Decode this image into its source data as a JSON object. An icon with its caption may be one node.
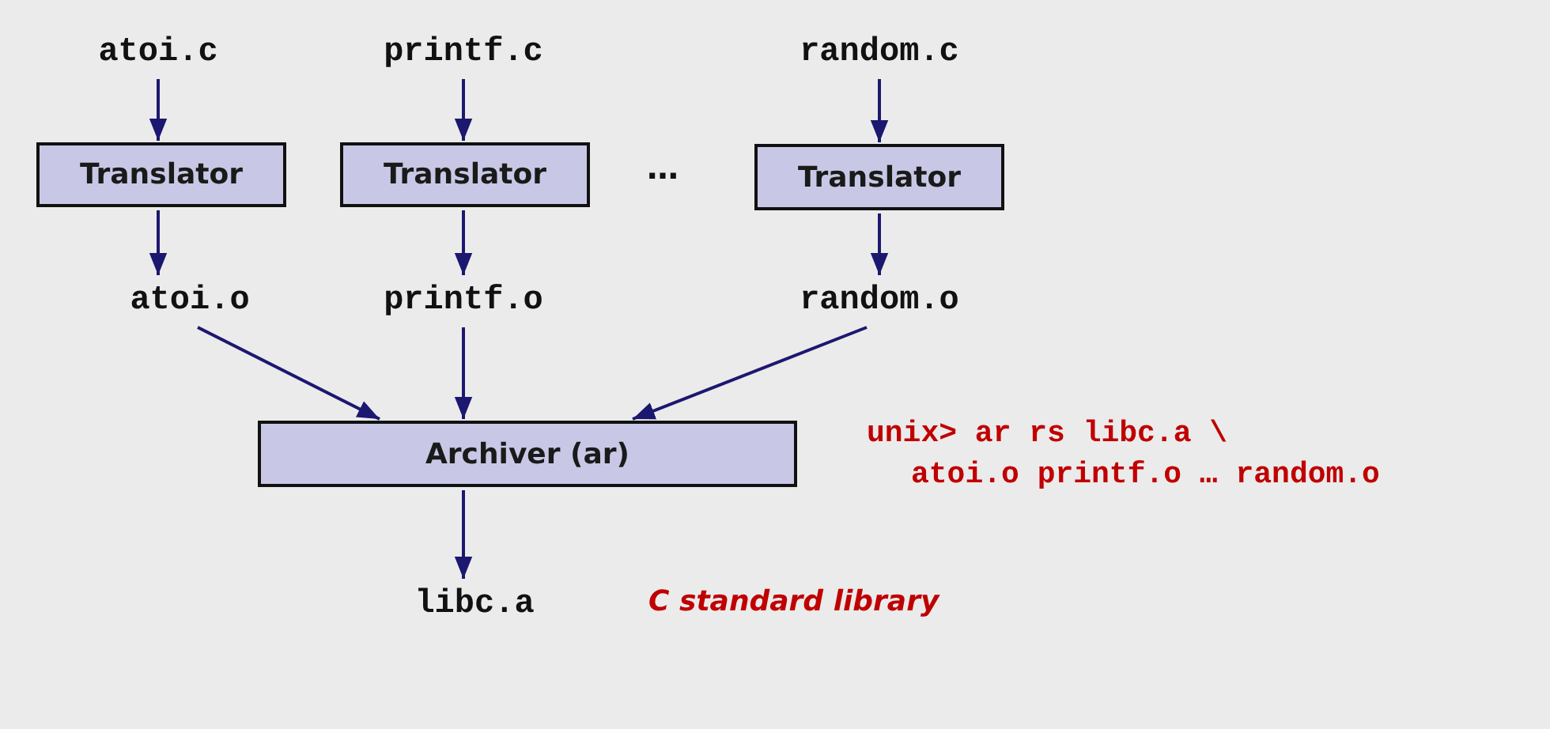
{
  "diagram": {
    "nodes": [
      {
        "text": [
          "atoi.c"
        ]
      },
      {
        "text": [
          "printf.c"
        ]
      },
      {
        "text": [
          "random.c"
        ]
      },
      {
        "text": [
          "Translator"
        ]
      },
      {
        "text": [
          "Translator"
        ]
      },
      {
        "text": [
          "Translator"
        ]
      },
      {
        "text": [
          "atoi.o"
        ]
      },
      {
        "text": [
          "printf.o"
        ]
      },
      {
        "text": [
          "random.o"
        ]
      },
      {
        "text": [
          "Archiver (ar)"
        ]
      },
      {
        "text": [
          "libc.a"
        ]
      }
    ],
    "edges": [
      {
        "from": 0,
        "to": 3,
        "arrow": "to"
      },
      {
        "from": 1,
        "to": 4,
        "arrow": "to"
      },
      {
        "from": 2,
        "to": 5,
        "arrow": "to"
      },
      {
        "from": 3,
        "to": 6,
        "arrow": "to"
      },
      {
        "from": 4,
        "to": 7,
        "arrow": "to"
      },
      {
        "from": 5,
        "to": 8,
        "arrow": "to"
      },
      {
        "from": 6,
        "to": 9,
        "arrow": "to"
      },
      {
        "from": 7,
        "to": 9,
        "arrow": "to"
      },
      {
        "from": 8,
        "to": 9,
        "arrow": "to"
      },
      {
        "from": 9,
        "to": 10,
        "arrow": "to"
      }
    ],
    "labels": [
      "…",
      "unix> ar rs libc.a \\",
      "atoi.o printf.o … random.o",
      "C standard library"
    ]
  }
}
